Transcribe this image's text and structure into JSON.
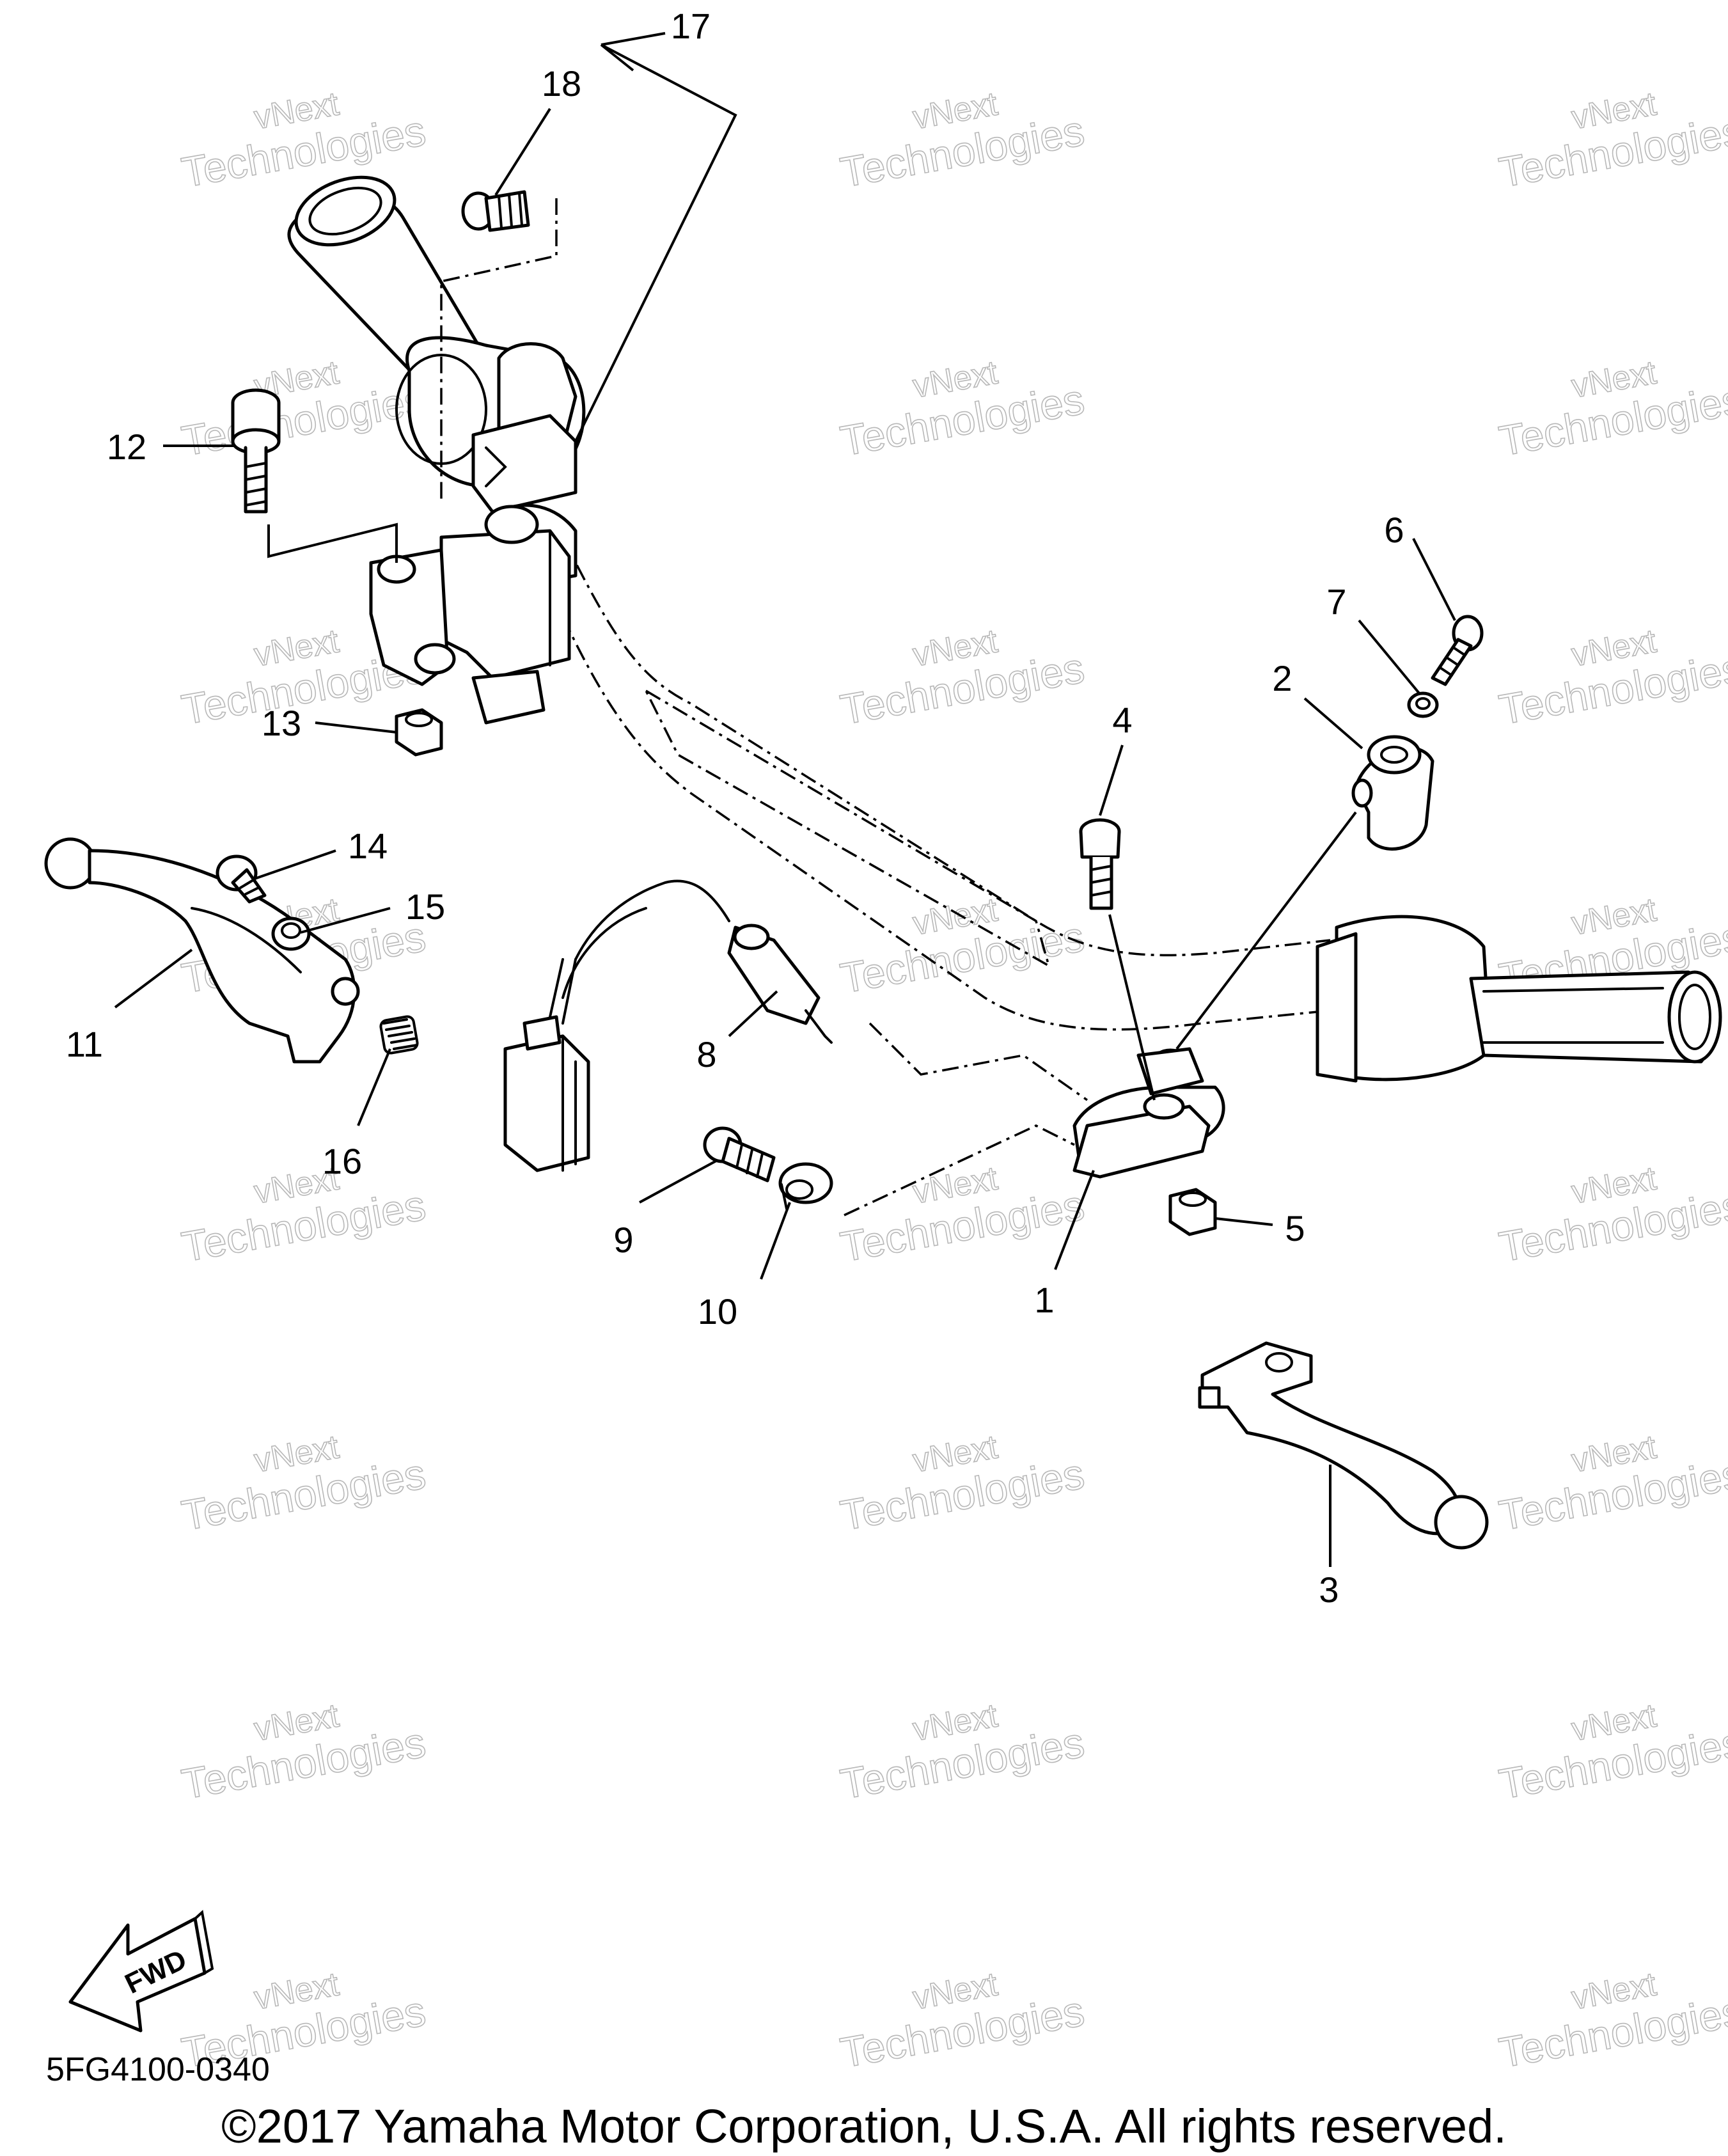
{
  "diagram": {
    "callouts": [
      "17",
      "18",
      "12",
      "6",
      "7",
      "2",
      "4",
      "13",
      "14",
      "15",
      "11",
      "16",
      "8",
      "9",
      "10",
      "1",
      "5",
      "3"
    ],
    "watermark": {
      "line1": "vNext",
      "line2": "Technologies"
    },
    "fwd_label": "FWD",
    "drawing_code": "5FG4100-0340",
    "copyright": "©2017 Yamaha Motor Corporation, U.S.A. All rights reserved."
  }
}
